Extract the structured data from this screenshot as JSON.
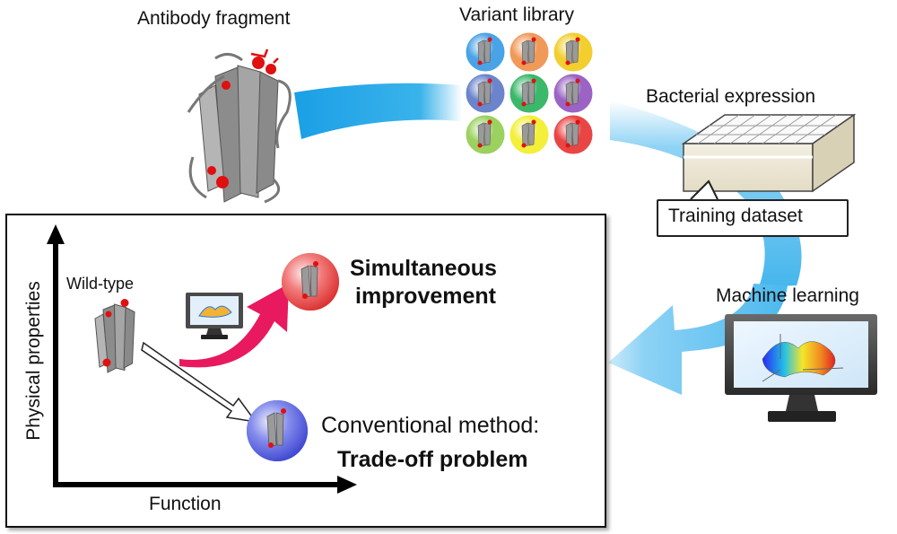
{
  "labels": {
    "antibody_fragment": "Antibody fragment",
    "variant_library": "Variant library",
    "bacterial_expression": "Bacterial expression",
    "training_dataset": "Training dataset",
    "machine_learning": "Machine learning",
    "wild_type": "Wild-type",
    "simultaneous_line1": "Simultaneous",
    "simultaneous_line2": "improvement",
    "conventional_line1": "Conventional method:",
    "conventional_line2": "Trade-off problem",
    "y_axis": "Physical properties",
    "x_axis": "Function"
  },
  "colors": {
    "flow_arrow": "#3ab3ea",
    "highlight_arrow": "#e8195f",
    "mutation_red": "#e01010",
    "protein_gray": "#8a8a8a",
    "variant_spheres": [
      "#4aa3e6",
      "#f09a5a",
      "#f2cf2e",
      "#6b84cc",
      "#3cb86a",
      "#9a63c4",
      "#9bd15e",
      "#f3ef3a",
      "#ea4545"
    ],
    "improved_sphere": "#e64848",
    "conventional_sphere": "#4a55d8"
  },
  "icons": [
    "protein-structure-icon",
    "variant-sphere-icon",
    "well-plate-icon",
    "monitor-icon",
    "surface-plot-icon"
  ]
}
